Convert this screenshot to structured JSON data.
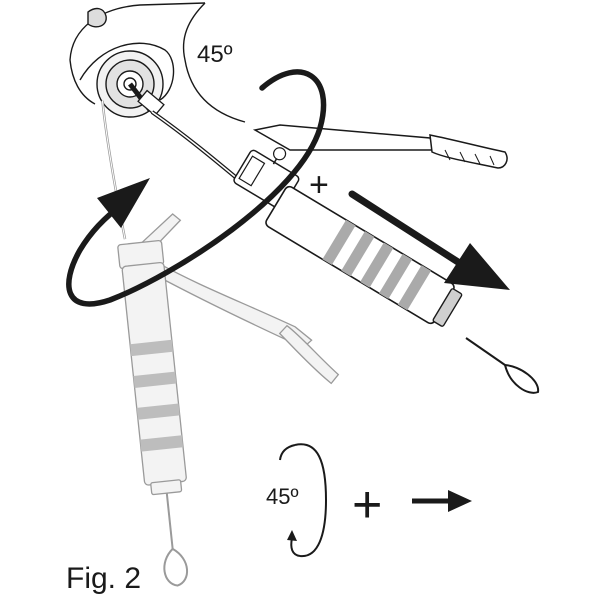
{
  "labels": {
    "angle_top": "45º",
    "plus_sign": "+",
    "legend_angle": "45º",
    "legend_plus": "+",
    "figure_caption": "Fig. 2"
  },
  "icons": {
    "rotation_arrow": "curved-rotation-arrow-icon",
    "push_arrow": "straight-arrow-icon",
    "legend_rotation": "rotation-icon",
    "legend_arrow": "right-arrow-icon"
  },
  "colors": {
    "ink": "#1a1a1a",
    "ghost": "#9a9a9a",
    "ghost_fill": "#f3f3f3",
    "stripe": "#888888"
  }
}
